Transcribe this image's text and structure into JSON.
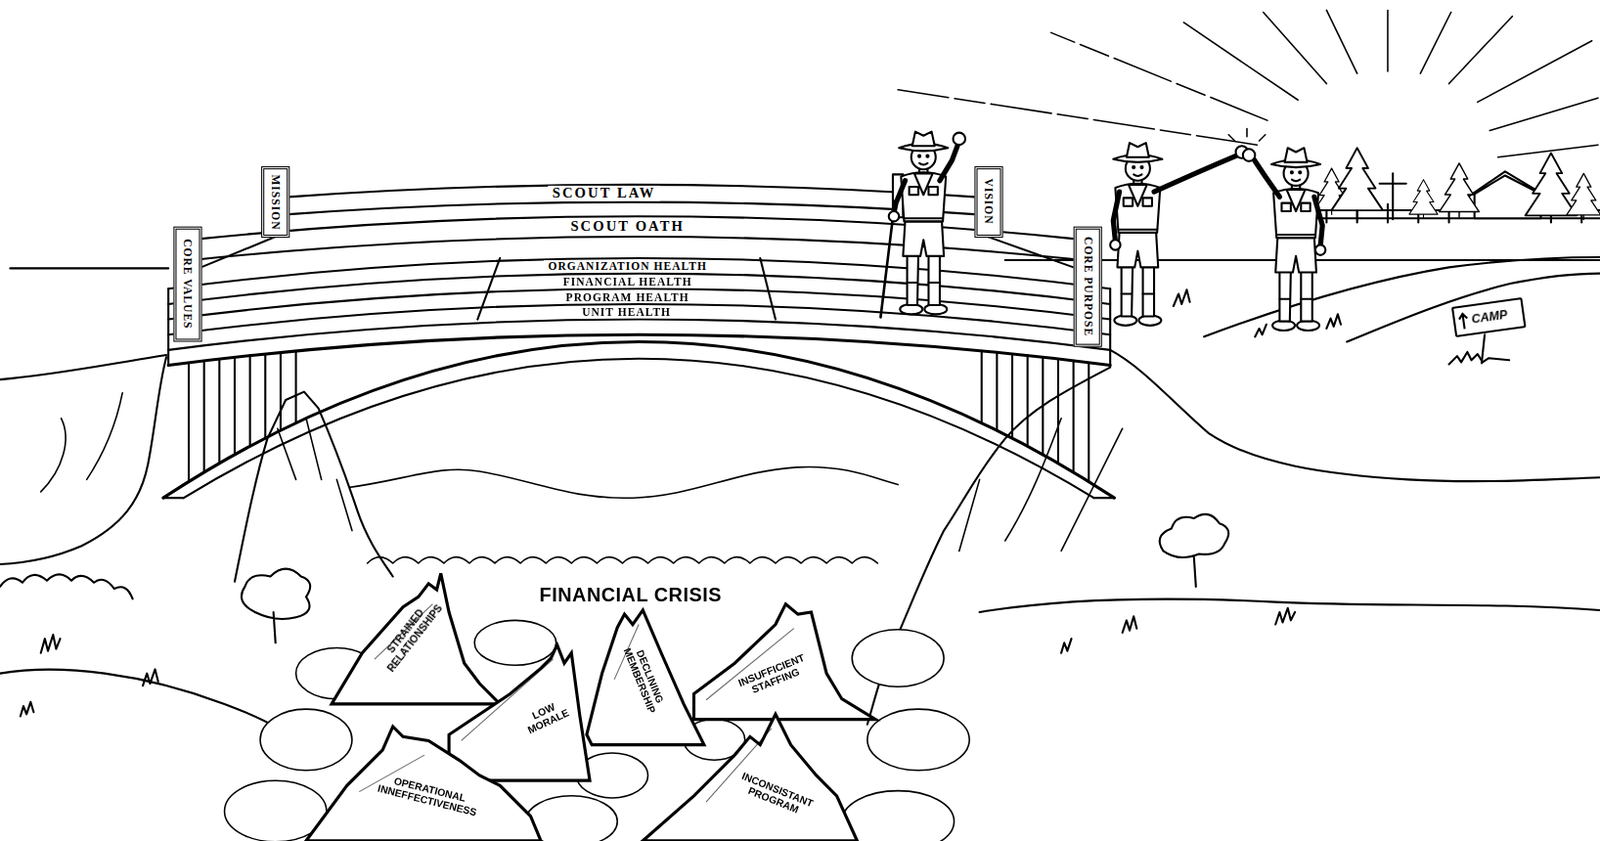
{
  "diagram": {
    "nodes": [
      {
        "text": [
          "MISSION"
        ]
      },
      {
        "text": [
          "VISION"
        ]
      },
      {
        "text": [
          "SCOUT LAW"
        ]
      },
      {
        "text": [
          "SCOUT OATH"
        ]
      },
      {
        "text": [
          "CORE VALUES"
        ]
      },
      {
        "text": [
          "ORGANIZATION HEALTH"
        ]
      },
      {
        "text": [
          "FINANCIAL HEALTH"
        ]
      },
      {
        "text": [
          "PROGRAM HEALTH"
        ]
      },
      {
        "text": [
          "UNIT HEALTH"
        ]
      },
      {
        "text": [
          "CORE PURPOSE"
        ]
      },
      {
        "text": [
          "CAMP"
        ]
      },
      {
        "text": [
          "STRAINED RELATIONSHIPS"
        ]
      },
      {
        "text": [
          "DECLINING MEMBERSHIP"
        ]
      },
      {
        "text": [
          "INSUFFICIENT STAFFING"
        ]
      },
      {
        "text": [
          "LOW MORALE"
        ]
      },
      {
        "text": [
          "OPERATIONAL INNEFFECTIVENESS"
        ]
      },
      {
        "text": [
          "INCONSISTANT PROGRAM"
        ]
      }
    ],
    "labels": [
      "FINANCIAL CRISIS"
    ]
  }
}
